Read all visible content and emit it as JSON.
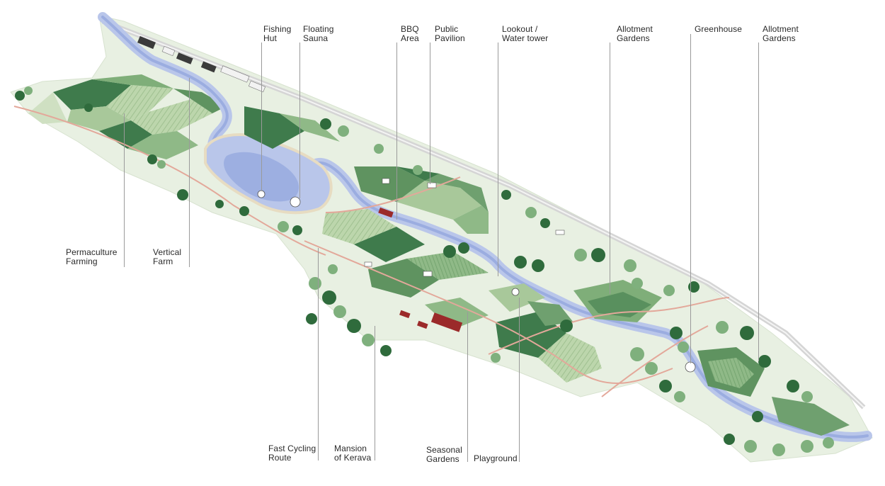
{
  "colors": {
    "water": "#b9c6ea",
    "water_dark": "#8ea3dc",
    "field_dark": "#3f7b4c",
    "field_mid": "#6fa06f",
    "field_light": "#a8c89a",
    "field_pale": "#cfe0c2",
    "ground": "#e6efe0",
    "tree": "#2f6b3c",
    "tree_light": "#7fb07d",
    "path": "#e3a89a",
    "road": "#d9d9d9",
    "building_red": "#9b2a2a",
    "label_text": "#2a2a2a",
    "leader_line": "#9a9a9a"
  },
  "labels": {
    "fishing_hut": "Fishing\nHut",
    "floating_sauna": "Floating\nSauna",
    "bbq_area": "BBQ\nArea",
    "public_pavilion": "Public\nPavilion",
    "lookout_water_tower": "Lookout /\nWater tower",
    "allotment_gardens_1": "Allotment\nGardens",
    "greenhouse": "Greenhouse",
    "allotment_gardens_2": "Allotment\nGardens",
    "permaculture_farming": "Permaculture\nFarming",
    "vertical_farm": "Vertical\nFarm",
    "fast_cycling_route": "Fast Cycling\nRoute",
    "mansion_of_kerava": "Mansion\nof Kerava",
    "seasonal_gardens": "Seasonal\nGardens",
    "playground": "Playground"
  }
}
